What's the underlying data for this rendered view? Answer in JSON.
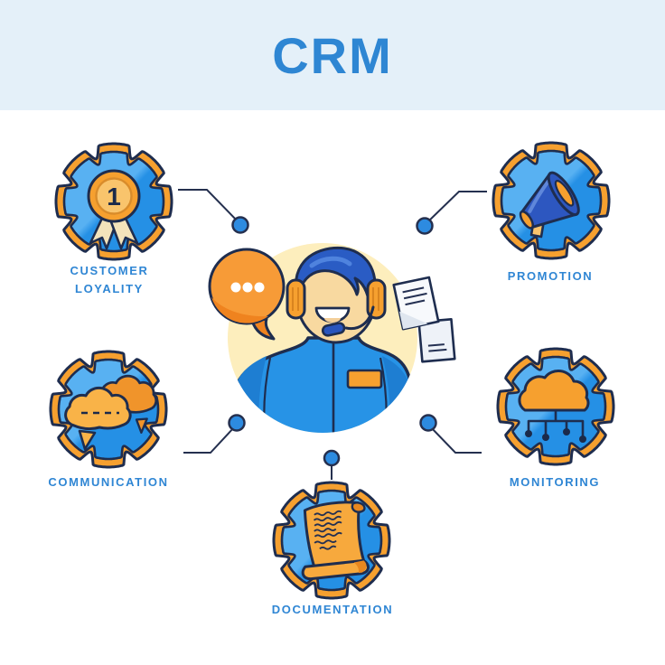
{
  "title": "CRM",
  "medal_number": "1",
  "colors": {
    "band": "#e4f0f9",
    "title": "#2e86d3",
    "label": "#2f86d4",
    "gear_blue": "#2590e5",
    "gear_blue_light": "#58b1f2",
    "gear_rim_orange": "#f6a02f",
    "outline_navy": "#1e2d4f",
    "accent_orange": "#f79b37",
    "center_circle_cream": "#fdeebd",
    "connector_dot_blue": "#2d8be0"
  },
  "nodes": [
    {
      "id": "customer-loyalty",
      "label": "CUSTOMER LOYALITY",
      "lines": [
        "CUSTOMER",
        "LOYALITY"
      ],
      "icon": "medal-icon",
      "position": "top-left"
    },
    {
      "id": "promotion",
      "label": "PROMOTION",
      "icon": "megaphone-icon",
      "position": "top-right"
    },
    {
      "id": "communication",
      "label": "COMMUNICATION",
      "icon": "speech-clouds-icon",
      "position": "middle-left"
    },
    {
      "id": "monitoring",
      "label": "MONITORING",
      "icon": "cloud-network-icon",
      "position": "middle-right"
    },
    {
      "id": "documentation",
      "label": "DOCUMENTATION",
      "icon": "scroll-icon",
      "position": "bottom-center"
    }
  ],
  "center": {
    "icon": "support-agent-illustration",
    "elements": [
      "speech-bubble-icon",
      "headset-icon",
      "documents-icon"
    ]
  }
}
